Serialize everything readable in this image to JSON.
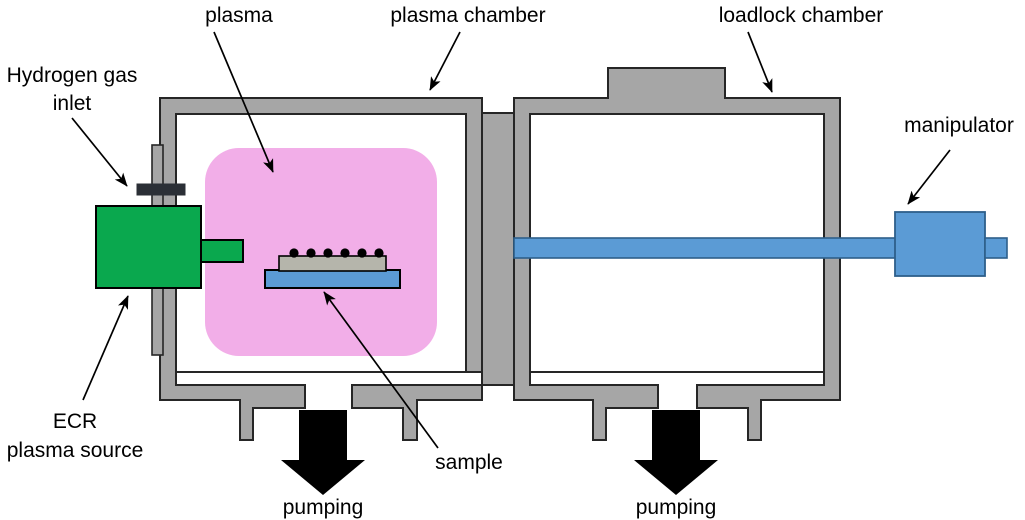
{
  "figure": {
    "title": "ECR hydrogen plasma chamber with loadlock schematic",
    "background": "#ffffff"
  },
  "labels": {
    "plasma": "plasma",
    "plasma_chamber": "plasma chamber",
    "loadlock_chamber": "loadlock chamber",
    "manipulator": "manipulator",
    "hydrogen_gas_inlet_line1": "Hydrogen gas",
    "hydrogen_gas_inlet_line2": "inlet",
    "ecr_source_line1": "ECR",
    "ecr_source_line2": "plasma source",
    "sample": "sample",
    "pumping_left": "pumping",
    "pumping_right": "pumping"
  },
  "colors": {
    "chamber_wall": "#a6a6a6",
    "wall_outline": "#262626",
    "plasma_fill": "#f2aee8",
    "ecr_source": "#0aa84e",
    "ecr_outline": "#000000",
    "manipulator_blue": "#5b9bd5",
    "manipulator_outline": "#2e5f8a",
    "sample_substrate": "#5b9bd5",
    "sample_layer": "#b5b5ab",
    "sample_dots": "#000000",
    "valve_dark": "#2b2f36",
    "arrow_black": "#000000",
    "leader_line": "#000000",
    "chamber_interior": "#ffffff"
  },
  "components": {
    "sample_dot_count": 6,
    "ecr_source_label": "ECR plasma source",
    "gas_valve_label": "gas inlet valve",
    "gate_valve_label": "gate valve between chambers",
    "top_port_label": "loadlock top port",
    "pump_port_left_label": "plasma chamber pumping port",
    "pump_port_right_label": "loadlock pumping port"
  }
}
